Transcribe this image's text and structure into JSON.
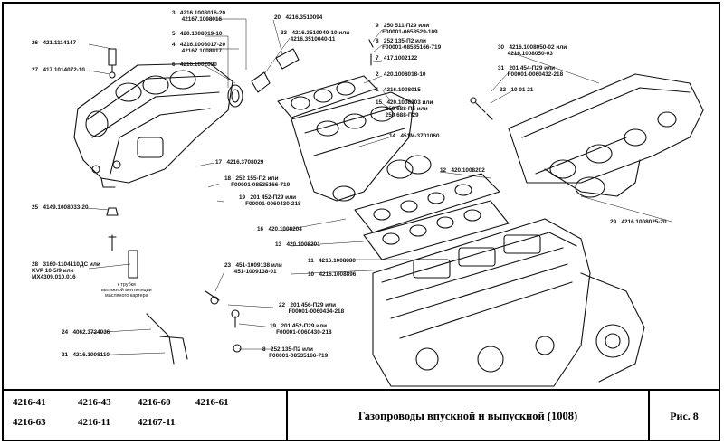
{
  "title_block": {
    "models": [
      "4216-41",
      "4216-43",
      "4216-60",
      "4216-61",
      "4216-63",
      "4216-11",
      "42167-11"
    ],
    "title": "Газопроводы впускной и выпускной (1008)",
    "figure": "Рис. 8"
  },
  "callouts": [
    {
      "num": "3",
      "lines": [
        "4216.1008016-20",
        "42167.1008016"
      ]
    },
    {
      "num": "20",
      "lines": [
        "4216.3510094"
      ]
    },
    {
      "num": "9",
      "lines": [
        "250 511-П29 или",
        "F00001-0653529-109"
      ]
    },
    {
      "num": "26",
      "lines": [
        "421.1114147"
      ]
    },
    {
      "num": "5",
      "lines": [
        "420.1008019-10"
      ]
    },
    {
      "num": "33",
      "lines": [
        "4216.3510040-10 или",
        "4216.3510040-11"
      ]
    },
    {
      "num": "8",
      "lines": [
        "252 135-П2 или",
        "F00001-08535166-719"
      ]
    },
    {
      "num": "4",
      "lines": [
        "4216.1008017-20",
        "42167.1008017"
      ]
    },
    {
      "num": "7",
      "lines": [
        "417.1002122"
      ]
    },
    {
      "num": "27",
      "lines": [
        "417.1014072-10"
      ]
    },
    {
      "num": "6",
      "lines": [
        "4216.1002090"
      ]
    },
    {
      "num": "2",
      "lines": [
        "420.1008018-10"
      ]
    },
    {
      "num": "30",
      "lines": [
        "4216.1008050-02 или",
        "4216.1008050-03"
      ]
    },
    {
      "num": "31",
      "lines": [
        "201 454-П29 или",
        "F00001-0060432-218"
      ]
    },
    {
      "num": "32",
      "lines": [
        "10 01 21"
      ]
    },
    {
      "num": "1",
      "lines": [
        "4216.1008015"
      ]
    },
    {
      "num": "15",
      "lines": [
        "420.1008203 или",
        "250 688-П5 или",
        "250 688-П29"
      ]
    },
    {
      "num": "14",
      "lines": [
        "451М-3701060"
      ]
    },
    {
      "num": "17",
      "lines": [
        "4216.3708029"
      ]
    },
    {
      "num": "18",
      "lines": [
        "252 155-П2 или",
        "F00001-08535166-719"
      ]
    },
    {
      "num": "12",
      "lines": [
        "420.1008202"
      ]
    },
    {
      "num": "19",
      "lines": [
        "201 452-П29 или",
        "F00001-0060430-218"
      ]
    },
    {
      "num": "25",
      "lines": [
        "4149.1008033-20"
      ]
    },
    {
      "num": "29",
      "lines": [
        "4216.1008025-20"
      ]
    },
    {
      "num": "16",
      "lines": [
        "420.1008204"
      ]
    },
    {
      "num": "13",
      "lines": [
        "420.1008201"
      ]
    },
    {
      "num": "11",
      "lines": [
        "4216.1008880"
      ]
    },
    {
      "num": "10",
      "lines": [
        "4216.1008896"
      ]
    },
    {
      "num": "28",
      "lines": [
        "3160-1104110ДС или",
        "KVP 10-5/9 или",
        "MX4309.010.016"
      ]
    },
    {
      "num": "23",
      "lines": [
        "451-1009138 или",
        "451-1009138-01"
      ]
    },
    {
      "num": "22",
      "lines": [
        "201 456-П29 или",
        "F00001-0060434-218"
      ]
    },
    {
      "num": "24",
      "lines": [
        "4062.3724036"
      ]
    },
    {
      "num": "19",
      "lines": [
        "201 452-П29 или",
        "F00001-0060430-218"
      ]
    },
    {
      "num": "8",
      "lines": [
        "252 135-П2 или",
        "F00001-08535166-719"
      ]
    },
    {
      "num": "21",
      "lines": [
        "4216.1008110"
      ]
    }
  ],
  "note": [
    "к трубке",
    "вытяжной вентиляции",
    "масляного картера"
  ]
}
